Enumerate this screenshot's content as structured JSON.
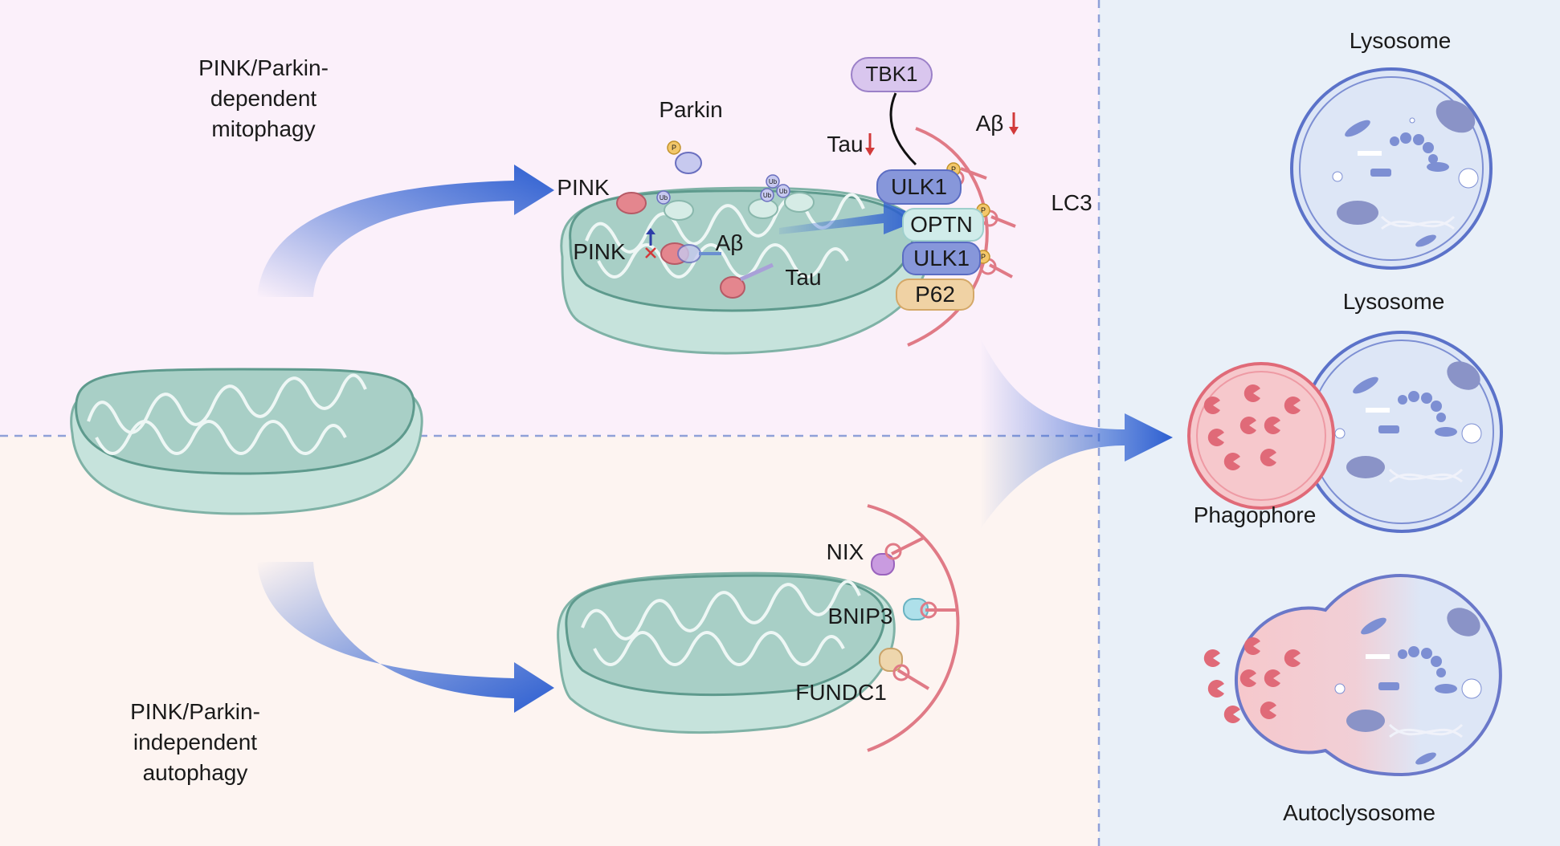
{
  "labels": {
    "pink_parkin_dependent": [
      "PINK/Parkin-",
      "dependent",
      "mitophagy"
    ],
    "pink_parkin_independent": [
      "PINK/Parkin-",
      "independent",
      "autophagy"
    ],
    "parkin": "Parkin",
    "pink_top": "PINK",
    "pink_inner": "PINK",
    "abeta_inner": "Aβ",
    "tau_inner": "Tau",
    "tbk1": "TBK1",
    "tau_down": "Tau",
    "abeta_down": "Aβ",
    "lc3": "LC3",
    "ulk1_a": "ULK1",
    "optn": "OPTN",
    "ulk1_b": "ULK1",
    "p62": "P62",
    "ub": "Ub",
    "p": "P",
    "nix": "NIX",
    "bnip3": "BNIP3",
    "fundc1": "FUNDC1",
    "lysosome_top": "Lysosome",
    "lysosome_mid": "Lysosome",
    "phagophore": "Phagophore",
    "autoclysosome": "Autoclysosome"
  },
  "colors": {
    "bg_top": "#fbf0fa",
    "bg_bottom": "#fdf4f1",
    "bg_right": "#e9f0f8",
    "mito_fill": "#a8cfc6",
    "mito_stroke": "#5e9a8d",
    "arrow_blue": "#2d5fd1",
    "lc3_red": "#e07a86",
    "lysosome_fill": "#dde6f6",
    "lysosome_stroke": "#5b72c9",
    "phagophore_fill": "#f6c8cc",
    "phagophore_stroke": "#e06a78"
  }
}
